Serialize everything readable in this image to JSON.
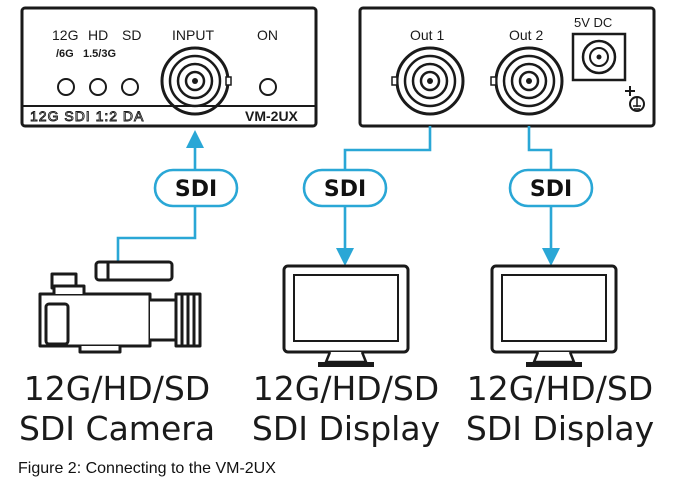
{
  "panel_left": {
    "led_labels": {
      "l1": "12G",
      "l1b": "/6G",
      "l2": "HD",
      "l2b": "1.5/3G",
      "l3": "SD"
    },
    "input_label": "INPUT",
    "on_label": "ON",
    "strip_text": "12G SDI 1:2 DA",
    "model": "VM-2UX"
  },
  "panel_right": {
    "out1_label": "Out 1",
    "out2_label": "Out 2",
    "power_label": "5V DC"
  },
  "links": {
    "camera_link": "SDI",
    "display1_link": "SDI",
    "display2_link": "SDI"
  },
  "devices": {
    "camera_line1": "12G/HD/SD",
    "camera_line2": "SDI Camera",
    "display1_line1": "12G/HD/SD",
    "display1_line2": "SDI Display",
    "display2_line1": "12G/HD/SD",
    "display2_line2": "SDI Display"
  },
  "caption": "Figure 2: Connecting to the VM-2UX",
  "colors": {
    "connector": "#2aa7d6",
    "panel_stroke": "#1a1a1a"
  }
}
